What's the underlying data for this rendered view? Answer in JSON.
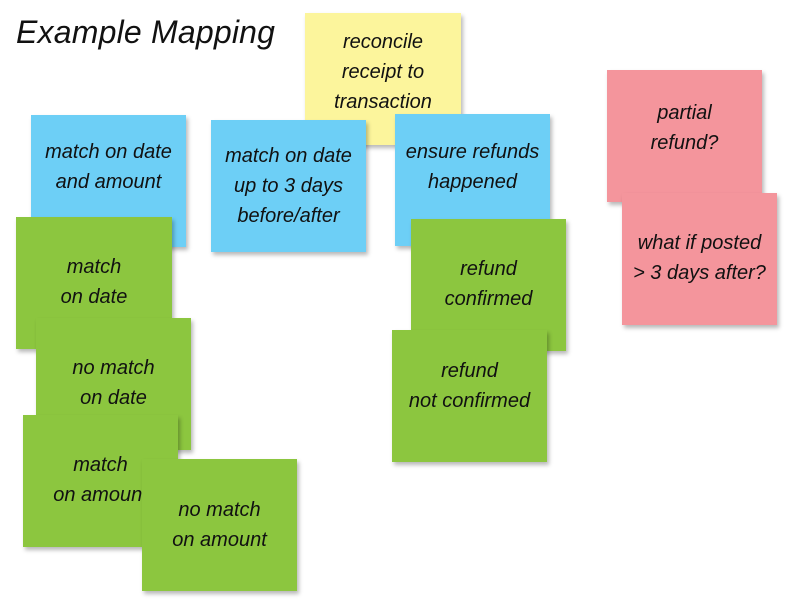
{
  "title": "Example Mapping",
  "colors": {
    "rule": "#6DCFF6",
    "story": "#FCF59C",
    "example": "#8CC63F",
    "question": "#F4959C"
  },
  "cards": {
    "story": {
      "text": "reconcile\nreceipt to\ntransaction",
      "kind": "story"
    },
    "rule_date_amount": {
      "text": "match on date\nand amount",
      "kind": "rule"
    },
    "rule_3_days": {
      "text": "match on date\nup to 3 days\nbefore/after",
      "kind": "rule"
    },
    "rule_refunds": {
      "text": "ensure refunds\nhappened",
      "kind": "rule"
    },
    "example_match_date": {
      "text": "match\non date",
      "kind": "example"
    },
    "example_no_match_date": {
      "text": "no match\non date",
      "kind": "example"
    },
    "example_match_amount": {
      "text": "match\non amount",
      "kind": "example"
    },
    "example_no_match_amount": {
      "text": "no match\non amount",
      "kind": "example"
    },
    "example_refund_confirmed": {
      "text": "refund\nconfirmed",
      "kind": "example"
    },
    "example_refund_not_confirmed": {
      "text": "refund\nnot confirmed",
      "kind": "example"
    },
    "question_partial_refund": {
      "text": "partial\nrefund?",
      "kind": "question"
    },
    "question_posted_late": {
      "text": "what if posted\n> 3 days after?",
      "kind": "question"
    }
  }
}
